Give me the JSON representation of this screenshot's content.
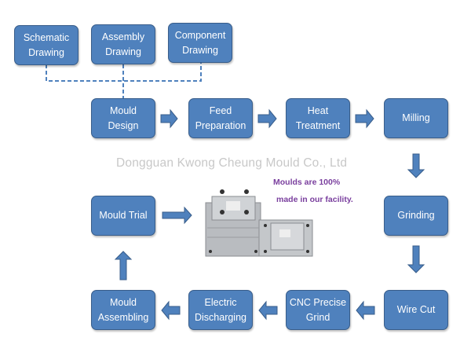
{
  "steps": {
    "schematic": "Schematic\nDrawing",
    "assembly": "Assembly\nDrawing",
    "component": "Component\nDrawing",
    "mould_design": "Mould\nDesign",
    "feed_preparation": "Feed\nPreparation",
    "heat_treatment": "Heat\nTreatment",
    "milling": "Milling",
    "grinding": "Grinding",
    "wire_cut": "Wire Cut",
    "cnc_precise_grind": "CNC Precise\nGrind",
    "electric_discharging": "Electric\nDischarging",
    "mould_assembling": "Mould\nAssembling",
    "mould_trial": "Mould Trial"
  },
  "watermark": "Dongguan Kwong Cheung Mould Co., Ltd",
  "photo_caption": {
    "line1": "Moulds are 100%",
    "line2": "made in our facility."
  },
  "colors": {
    "box_fill": "#4f81bd",
    "box_border": "#385d8a",
    "caption": "#7a3f9e"
  }
}
